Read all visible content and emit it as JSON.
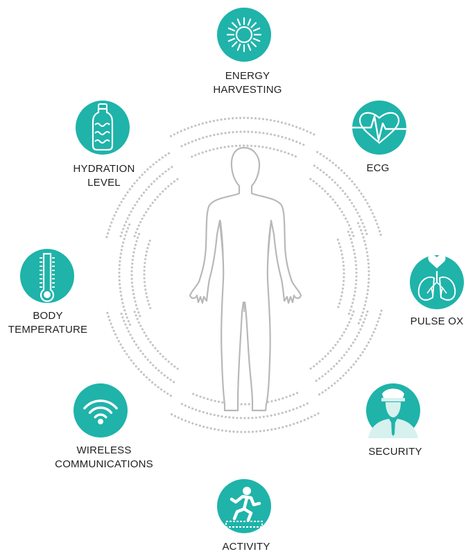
{
  "colors": {
    "circle": "#1fb3aa",
    "waves": "#c4c4c4",
    "body_outline": "#b8b8b8",
    "text": "#1f1f1f"
  },
  "nodes": [
    {
      "id": "energy",
      "label": "ENERGY\nHARVESTING",
      "icon": "sun-icon"
    },
    {
      "id": "ecg",
      "label": "ECG",
      "icon": "heartbeat-icon"
    },
    {
      "id": "hydration",
      "label": "HYDRATION\nLEVEL",
      "icon": "water-bottle-icon"
    },
    {
      "id": "temperature",
      "label": "BODY\nTEMPERATURE",
      "icon": "thermometer-icon"
    },
    {
      "id": "pulse",
      "label": "PULSE OX",
      "icon": "lungs-icon"
    },
    {
      "id": "wireless",
      "label": "WIRELESS\nCOMMUNICATIONS",
      "icon": "wifi-icon"
    },
    {
      "id": "security",
      "label": "SECURITY",
      "icon": "security-guard-icon"
    },
    {
      "id": "activity",
      "label": "ACTIVITY",
      "icon": "running-person-icon"
    }
  ],
  "center": {
    "icon": "human-body-outline"
  }
}
